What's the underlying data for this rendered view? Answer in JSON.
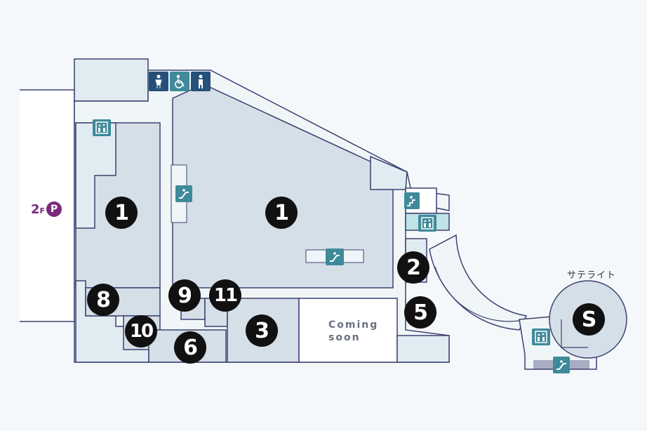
{
  "floor": {
    "level": "2",
    "suffix": "F",
    "parking_mark": "P"
  },
  "stores": {
    "main_left": "1",
    "main_center": "1",
    "s2": "2",
    "s3": "3",
    "s5": "5",
    "s6": "6",
    "s8": "8",
    "s9": "9",
    "s10": "10",
    "s11": "11",
    "satellite_store": "S"
  },
  "coming_soon": {
    "line1": "Coming",
    "line2": "soon"
  },
  "satellite_label": "サテライト",
  "colors": {
    "background": "#f4f8fb",
    "room_fill": "#d5dfe8",
    "light_fill": "#e0ecf2",
    "outline": "#3d4170",
    "marker": "#111111",
    "icon_teal": "#3f8a9a",
    "icon_navy": "#24507a",
    "parking_purple": "#7a2a7a"
  },
  "icons": [
    "restroom-women-icon",
    "wheelchair-icon",
    "restroom-men-icon",
    "elevator-icon",
    "escalator-icon",
    "stairs-icon"
  ]
}
